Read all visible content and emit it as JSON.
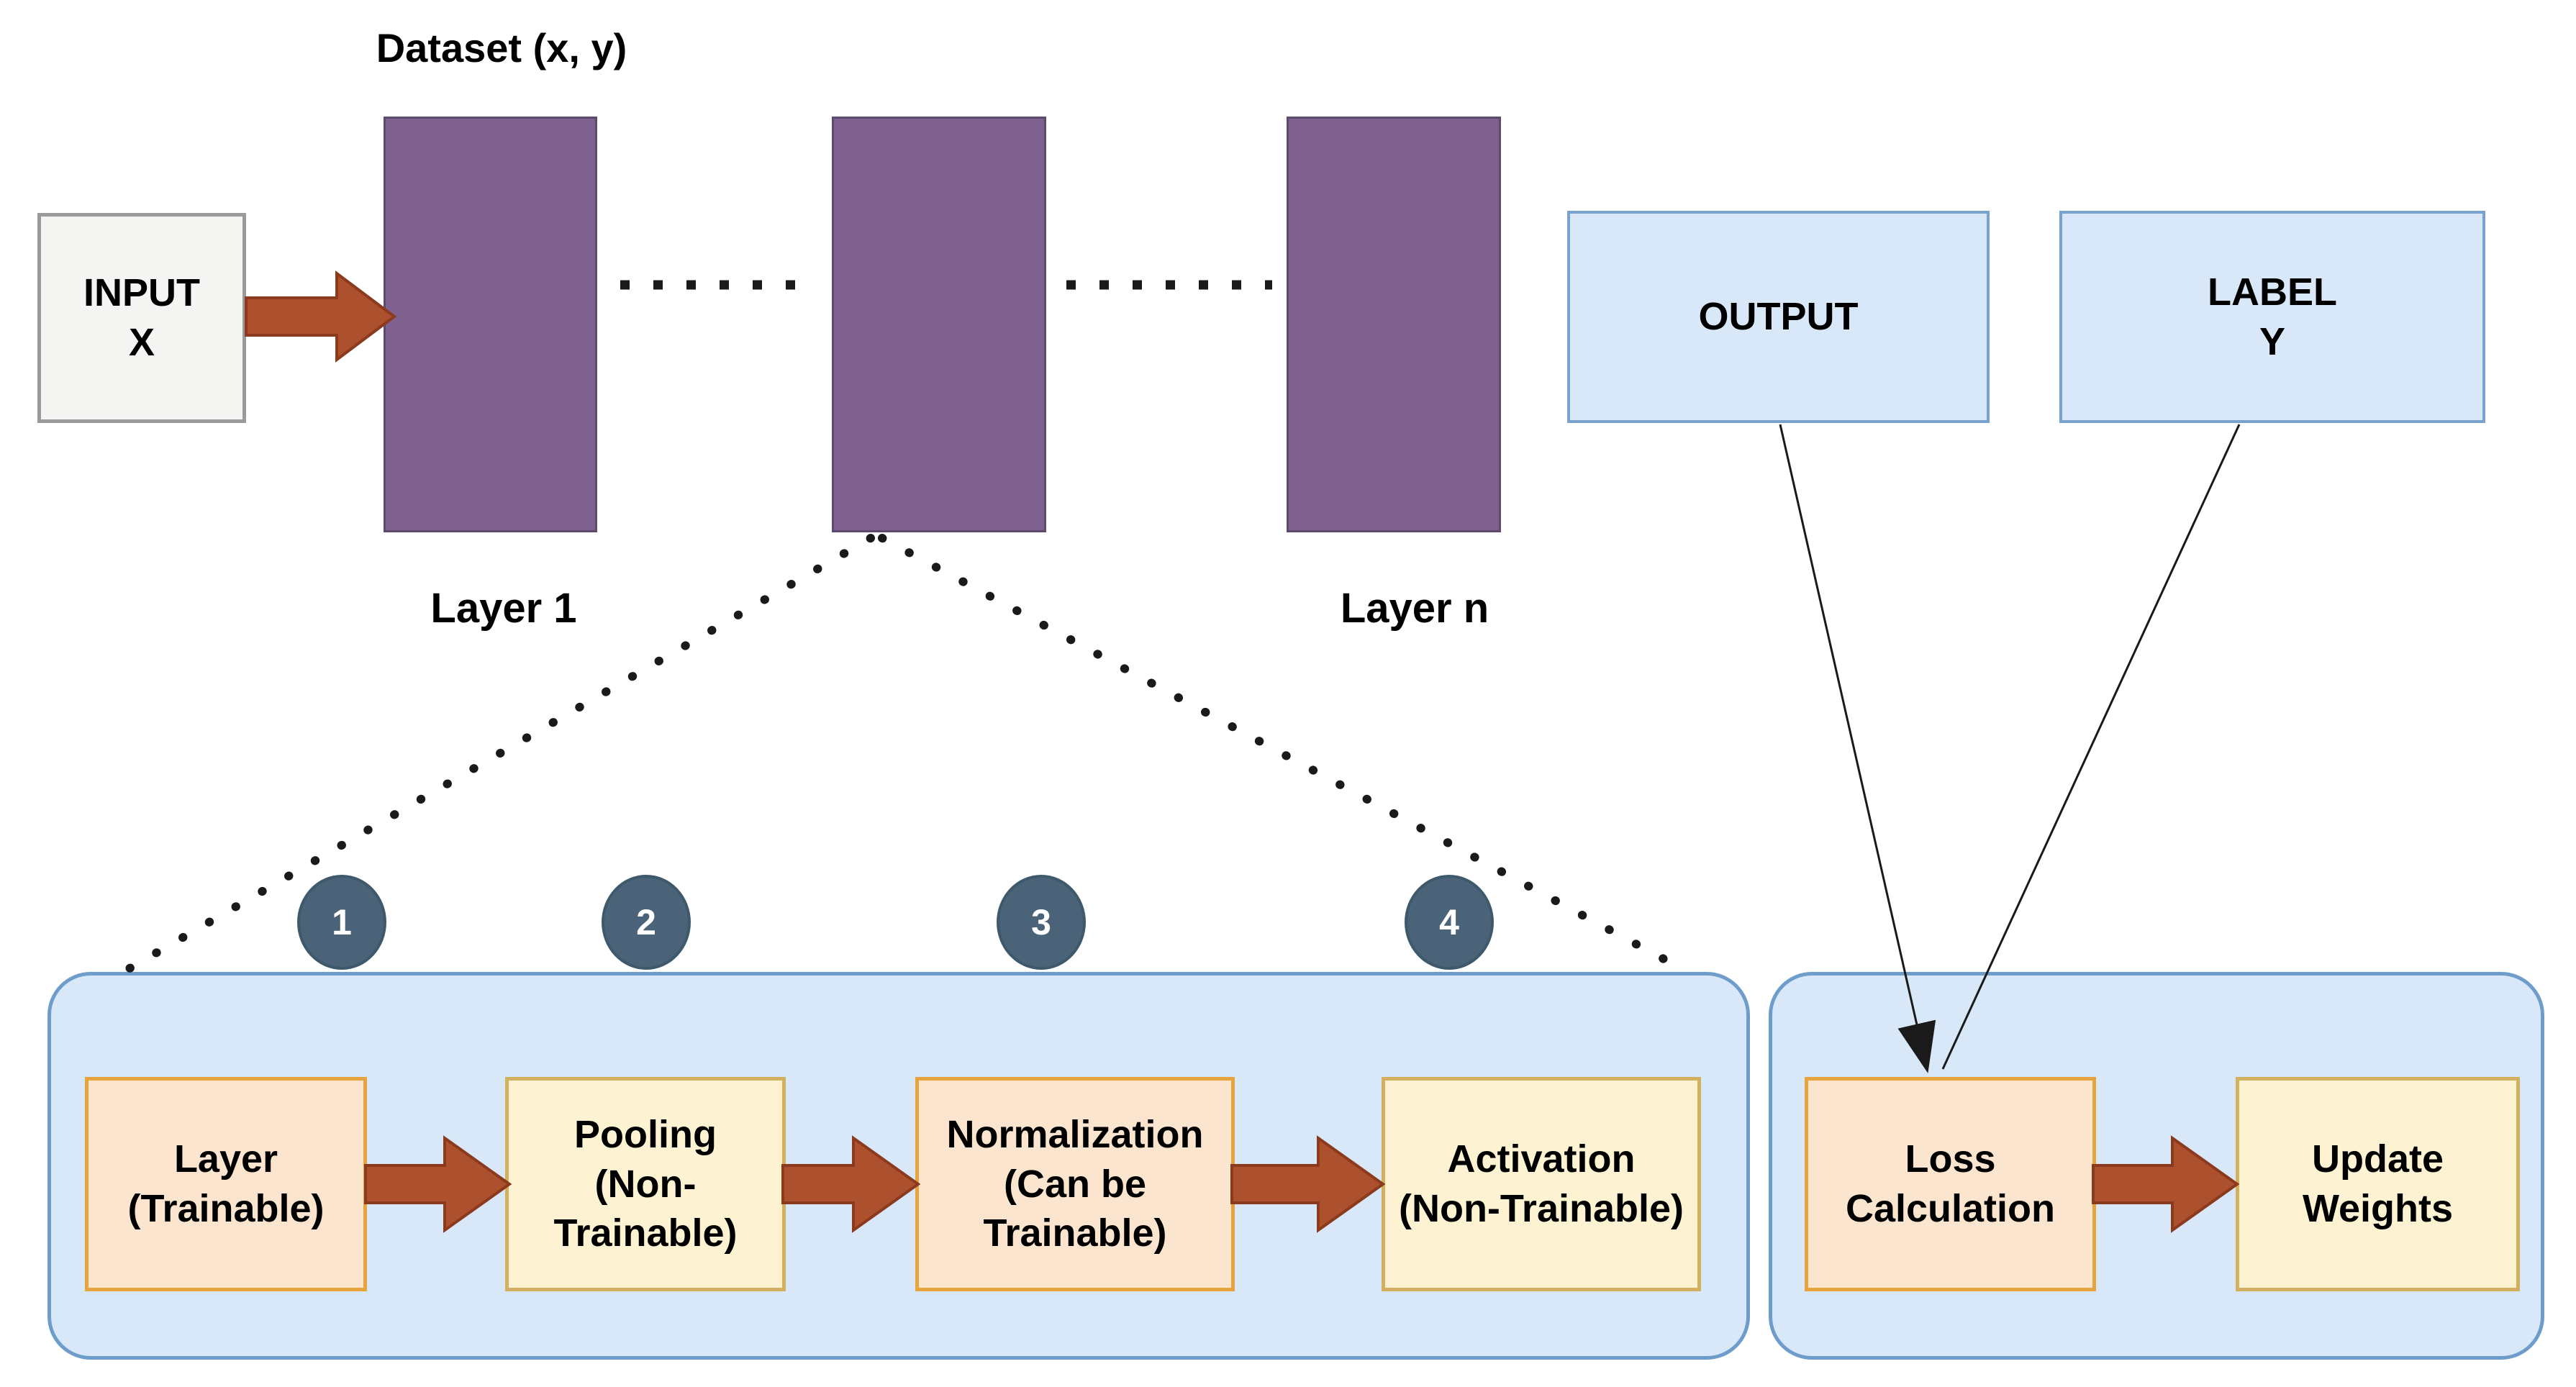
{
  "title": "Dataset (x, y)",
  "input": {
    "l1": "INPUT",
    "l2": "X"
  },
  "layers": {
    "first_label": "Layer 1",
    "last_label": "Layer n"
  },
  "output": {
    "label": "OUTPUT"
  },
  "label_y": {
    "l1": "LABEL",
    "l2": "Y"
  },
  "circles": {
    "items": [
      "1",
      "2",
      "3",
      "4"
    ]
  },
  "boxes": {
    "layer": {
      "l1": "Layer",
      "l2": "(Trainable)"
    },
    "pooling": {
      "l1": "Pooling",
      "l2": "(Non-",
      "l3": "Trainable)"
    },
    "normalization": {
      "l1": "Normalization",
      "l2": "(Can be",
      "l3": "Trainable)"
    },
    "activation": {
      "l1": "Activation",
      "l2": "(Non-Trainable)"
    },
    "loss": {
      "l1": "Loss",
      "l2": "Calculation"
    },
    "update": {
      "l1": "Update",
      "l2": "Weights"
    }
  },
  "colors": {
    "bg": "#FFFFFF",
    "text": "#000000",
    "purple_fill": "#7E618E",
    "purple_border": "#5D4A6E",
    "input_fill": "#F4F4F3",
    "input_border": "#9A9A9A",
    "blue_fill": "#D8E8F8",
    "blue_border": "#79A3CE",
    "container_border": "#6F9DCB",
    "peach_fill": "#FBE5CE",
    "peach_border": "#E7A33C",
    "cream_fill": "#FDF3D2",
    "cream_border": "#D2B05F",
    "arrow_fill": "#AC502D",
    "arrow_border": "#8C3A1E",
    "circle_fill": "#4A6378",
    "circle_border": "#3E586C",
    "line_color": "#1A1A1A"
  }
}
